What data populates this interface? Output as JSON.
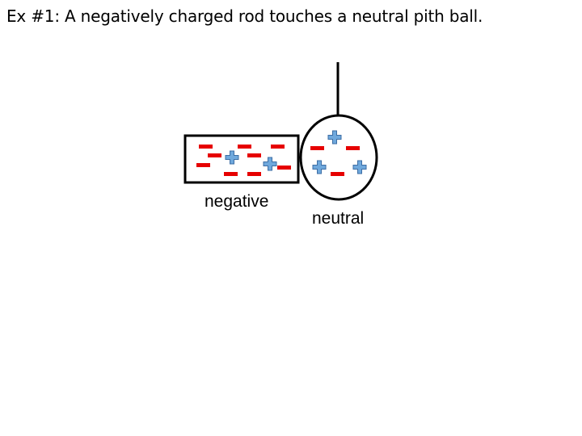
{
  "slide": {
    "title": "Ex #1:  A negatively charged rod touches a neutral pith ball."
  },
  "rod": {
    "label": "negative",
    "negative_charges": 9,
    "positive_charges": 2
  },
  "pith_ball": {
    "label": "neutral",
    "negative_charges": 3,
    "positive_charges": 3
  },
  "colors": {
    "negative_charge": "#e60000",
    "positive_charge": "#6fa8dc",
    "positive_outline": "#3d6ea5",
    "outline": "#000000"
  }
}
